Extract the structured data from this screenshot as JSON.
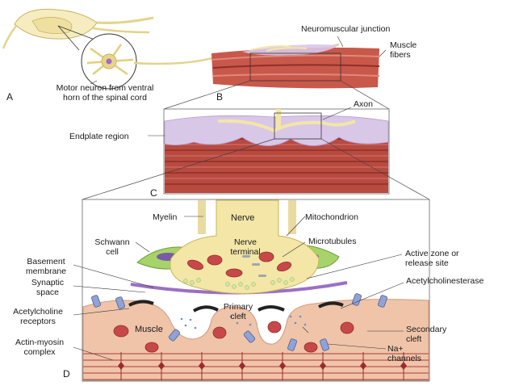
{
  "panels": [
    "A",
    "B",
    "C",
    "D"
  ],
  "labels": {
    "motor_neuron": "Motor neuron from ventral horn of the spinal cord",
    "neuromuscular_junction": "Neuromuscular junction",
    "muscle_fibers": "Muscle fibers",
    "axon": "Axon",
    "endplate_region": "Endplate region",
    "myelin": "Myelin",
    "nerve": "Nerve",
    "mitochondrion": "Mitochondrion",
    "schwann_cell": "Schwann cell",
    "nerve_terminal": "Nerve terminal",
    "microtubules": "Microtubules",
    "basement_membrane": "Basement membrane",
    "active_zone": "Active zone or release site",
    "synaptic_space": "Synaptic space",
    "acetylcholinesterase": "Acetylcholinesterase",
    "acetylcholine_receptors": "Acetylcholine receptors",
    "primary_cleft": "Primary cleft",
    "muscle": "Muscle",
    "secondary_cleft": "Secondary cleft",
    "actin_myosin": "Actin-myosin complex",
    "na_channels": "Na+ channels"
  },
  "colors": {
    "nerve": "#f3e6a6",
    "nerve_outline": "#c9b45c",
    "muscle": "#c8584a",
    "muscle_dark": "#8e2f2a",
    "endplate": "#d9c7e8",
    "schwann": "#a6d36a",
    "membrane": "#9b6fc3",
    "receptor": "#8fa3d6",
    "sarcomere": "#b23a3a"
  }
}
